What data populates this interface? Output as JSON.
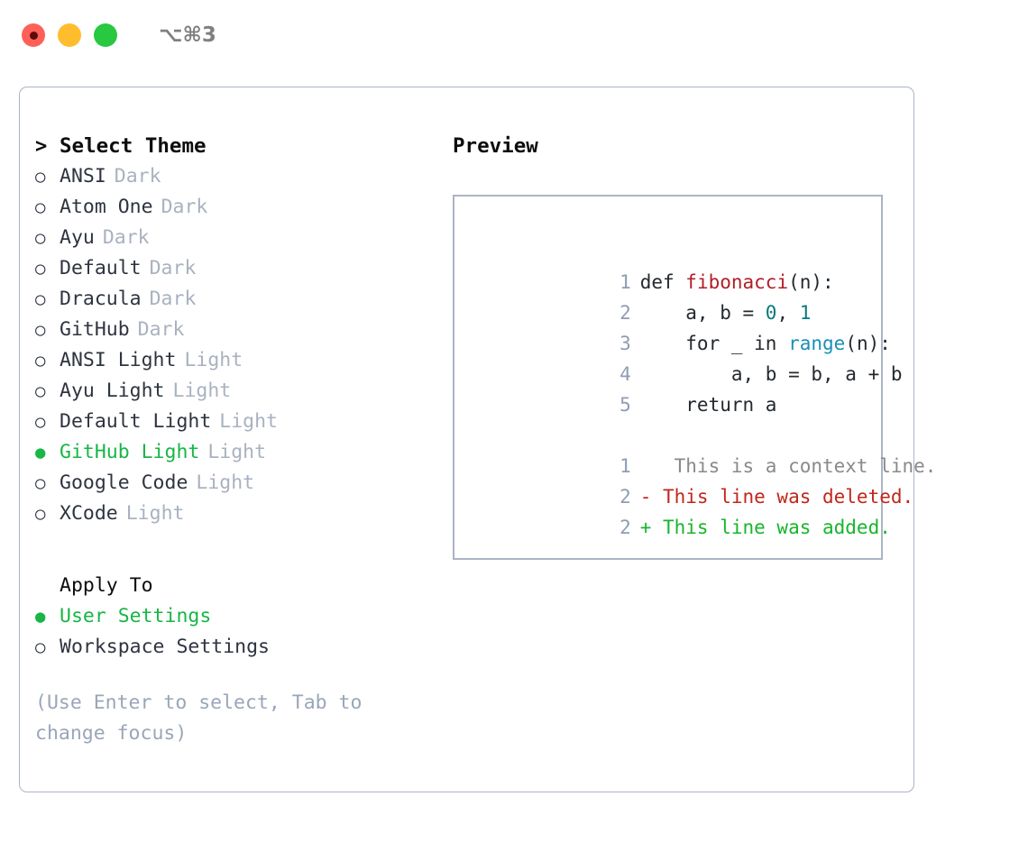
{
  "titlebar": {
    "shortcut": "⌥⌘3",
    "lights": [
      {
        "name": "close",
        "color": "#ff6058"
      },
      {
        "name": "minimize",
        "color": "#ffbd2e"
      },
      {
        "name": "maximize",
        "color": "#28c840"
      }
    ]
  },
  "colors": {
    "accent_green": "#17b645",
    "muted": "#a9b2c0",
    "border": "#aab4c4",
    "text": "#2e3440",
    "hint": "#9aa6b8",
    "diff_add": "#18b52c",
    "diff_del": "#c0271c",
    "diff_ctx": "#8a8a8a",
    "syntax_function": "#b31d28",
    "syntax_number": "#067a7a",
    "syntax_call": "#1790b8",
    "lineno": "#8f9cb3"
  },
  "theme_list": {
    "header_marker": ">",
    "header": "Select Theme",
    "unselected_marker": "○",
    "selected_marker": "●",
    "items": [
      {
        "label": "ANSI",
        "suffix": "Dark",
        "selected": false
      },
      {
        "label": "Atom One",
        "suffix": "Dark",
        "selected": false
      },
      {
        "label": "Ayu",
        "suffix": "Dark",
        "selected": false
      },
      {
        "label": "Default",
        "suffix": "Dark",
        "selected": false
      },
      {
        "label": "Dracula",
        "suffix": "Dark",
        "selected": false
      },
      {
        "label": "GitHub",
        "suffix": "Dark",
        "selected": false
      },
      {
        "label": "ANSI Light",
        "suffix": "Light",
        "selected": false
      },
      {
        "label": "Ayu Light",
        "suffix": "Light",
        "selected": false
      },
      {
        "label": "Default Light",
        "suffix": "Light",
        "selected": false
      },
      {
        "label": "GitHub Light",
        "suffix": "Light",
        "selected": true
      },
      {
        "label": "Google Code",
        "suffix": "Light",
        "selected": false
      },
      {
        "label": "XCode",
        "suffix": "Light",
        "selected": false
      }
    ]
  },
  "apply_to": {
    "header": "Apply To",
    "items": [
      {
        "label": "User Settings",
        "selected": true
      },
      {
        "label": "Workspace Settings",
        "selected": false
      }
    ]
  },
  "hint": {
    "line1": "(Use Enter to select, Tab to",
    "line2": "change focus)"
  },
  "preview": {
    "title": "Preview",
    "code_lines": [
      {
        "number": "1",
        "tokens": [
          {
            "text": "def ",
            "type": "plain"
          },
          {
            "text": "fibonacci",
            "type": "function"
          },
          {
            "text": "(n):",
            "type": "plain"
          }
        ]
      },
      {
        "number": "2",
        "tokens": [
          {
            "text": "    a, b = ",
            "type": "plain"
          },
          {
            "text": "0",
            "type": "number"
          },
          {
            "text": ", ",
            "type": "plain"
          },
          {
            "text": "1",
            "type": "number"
          }
        ]
      },
      {
        "number": "3",
        "tokens": [
          {
            "text": "    for _ in ",
            "type": "plain"
          },
          {
            "text": "range",
            "type": "call"
          },
          {
            "text": "(n):",
            "type": "plain"
          }
        ]
      },
      {
        "number": "4",
        "tokens": [
          {
            "text": "        a, b = b, a + b",
            "type": "plain"
          }
        ]
      },
      {
        "number": "5",
        "tokens": [
          {
            "text": "    return a",
            "type": "plain"
          }
        ]
      }
    ],
    "diff_lines": [
      {
        "number": "1",
        "sign": " ",
        "text": "  This is a context line.",
        "kind": "context"
      },
      {
        "number": "2",
        "sign": "-",
        "text": " This line was deleted.",
        "kind": "deleted"
      },
      {
        "number": "2",
        "sign": "+",
        "text": " This line was added.",
        "kind": "added"
      }
    ]
  }
}
